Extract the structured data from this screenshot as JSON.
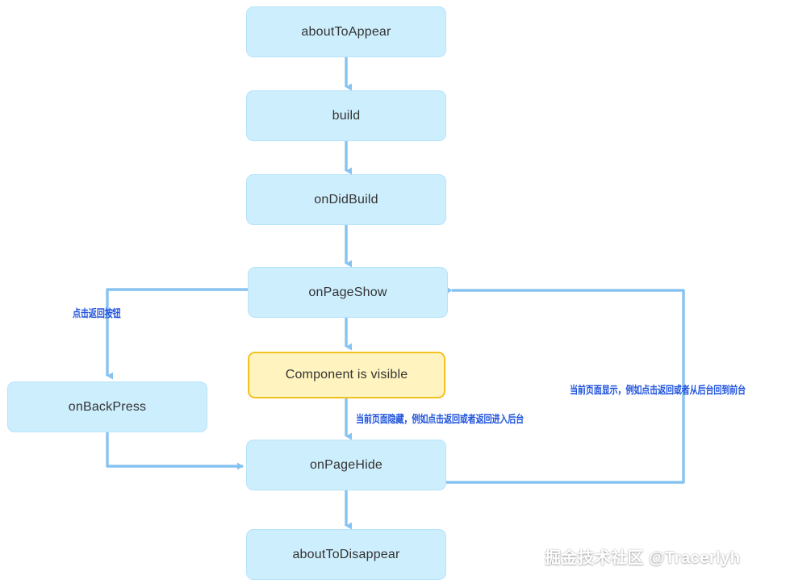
{
  "diagram": {
    "title": "ArkUI page lifecycle flowchart",
    "type": "flowchart",
    "direction": "top-to-bottom",
    "colors": {
      "node_fill_blue": "#cdeefd",
      "node_border_blue": "#b6e3fb",
      "node_fill_yellow": "#fff3bf",
      "node_border_yellow": "#f3c220",
      "edge_stroke": "#87c3f0",
      "edge_label_text": "#1f53dd",
      "node_text": "#333333",
      "background": "#ffffff"
    },
    "nodes": [
      {
        "id": "aboutToAppear",
        "label": "aboutToAppear",
        "style": "blue"
      },
      {
        "id": "build",
        "label": "build",
        "style": "blue"
      },
      {
        "id": "onDidBuild",
        "label": "onDidBuild",
        "style": "blue"
      },
      {
        "id": "onPageShow",
        "label": "onPageShow",
        "style": "blue"
      },
      {
        "id": "componentVisible",
        "label": "Component is visible",
        "style": "yellow"
      },
      {
        "id": "onBackPress",
        "label": "onBackPress",
        "style": "blue"
      },
      {
        "id": "onPageHide",
        "label": "onPageHide",
        "style": "blue"
      },
      {
        "id": "aboutToDisappear",
        "label": "aboutToDisappear",
        "style": "blue"
      }
    ],
    "edge_labels": {
      "back_press": "点击返回按钮",
      "page_hide": "当前页面隐藏，例如点击返回或者返回进入后台",
      "page_show": "当前页面显示，例如点击返回或者从后台回到前台"
    }
  },
  "watermark": {
    "text": "掘金技术社区 @Tracerlyh"
  }
}
